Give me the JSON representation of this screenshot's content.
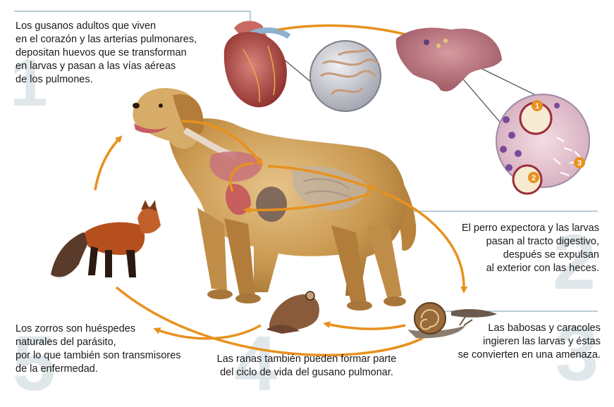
{
  "colors": {
    "arrow": "#e8911e",
    "leader": "#8fb1bd",
    "step_number": "#dfe7ea",
    "text": "#1a1a1a",
    "badge": "#e8911e"
  },
  "steps": [
    {
      "number": "1",
      "text": "Los gusanos adultos que viven\nen el corazón y las arterias pulmonares,\ndepositan huevos que se transforman\nen larvas y pasan a las vías aéreas\nde los pulmones."
    },
    {
      "number": "2",
      "text": "El perro expectora y las larvas\npasan al tracto digestivo,\ndespués se expulsan\nal exterior con las heces."
    },
    {
      "number": "3",
      "text": "Las babosas y caracoles\ningieren las larvas y éstas\nse convierten en una amenaza."
    },
    {
      "number": "4",
      "text": "Las ranas también pueden formar parte\ndel ciclo de vida del gusano pulmonar."
    },
    {
      "number": "5",
      "text": "Los zorros son huéspedes\nnaturales del parásito,\npor lo que también son transmisores\nde la enfermedad."
    }
  ],
  "magnifier_badges": [
    "1",
    "2",
    "3"
  ],
  "icons": [
    "dog-illustration",
    "heart-illustration",
    "worm-magnifier",
    "lung-illustration",
    "alveoli-magnifier",
    "snail-illustration",
    "frog-illustration",
    "fox-illustration"
  ]
}
